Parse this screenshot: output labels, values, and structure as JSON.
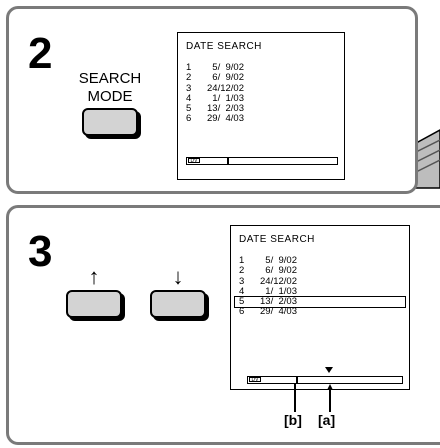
{
  "step2": {
    "number": "2",
    "button_label_line1": "SEARCH",
    "button_label_line2": "MODE",
    "screen": {
      "title": "DATE  SEARCH",
      "items": [
        {
          "index": "1",
          "date": " 5/  9/02"
        },
        {
          "index": "2",
          "date": " 6/  9/02"
        },
        {
          "index": "3",
          "date": "24/12/02"
        },
        {
          "index": "4",
          "date": " 1/  1/03"
        },
        {
          "index": "5",
          "date": "13/  2/03"
        },
        {
          "index": "6",
          "date": "29/  4/03"
        }
      ],
      "bar_icon": "DV"
    }
  },
  "step3": {
    "number": "3",
    "up_label": "↑",
    "down_label": "↓",
    "screen": {
      "title": "DATE  SEARCH",
      "items": [
        {
          "index": "1",
          "date": " 5/  9/02"
        },
        {
          "index": "2",
          "date": " 6/  9/02"
        },
        {
          "index": "3",
          "date": "24/12/02"
        },
        {
          "index": "4",
          "date": " 1/  1/03"
        },
        {
          "index": "5",
          "date": "13/  2/03"
        },
        {
          "index": "6",
          "date": "29/  4/03"
        }
      ],
      "selected_index": 5,
      "bar_icon": "DV"
    },
    "callout_b": "[b]",
    "callout_a": "[a]"
  },
  "icons": {
    "up": "up-arrow-icon",
    "down": "down-arrow-icon",
    "marker": "position-marker-icon"
  }
}
